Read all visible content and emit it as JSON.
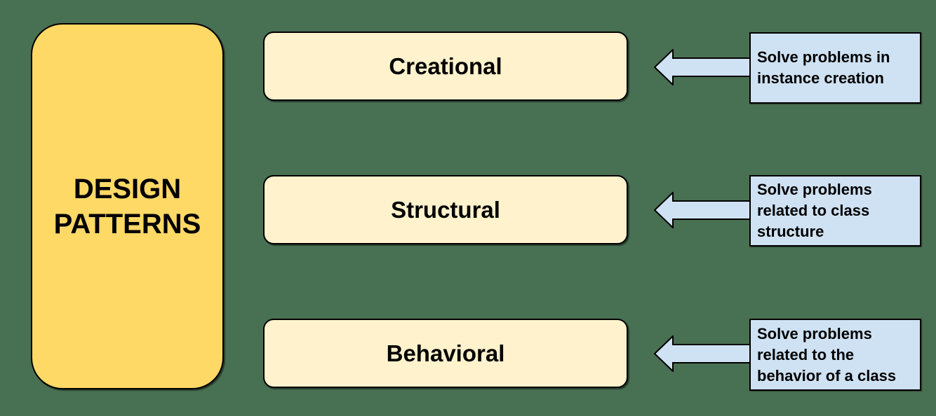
{
  "diagram": {
    "title": "DESIGN PATTERNS",
    "categories": [
      {
        "label": "Creational",
        "note": "Solve problems in instance creation"
      },
      {
        "label": "Structural",
        "note": "Solve problems related to class structure"
      },
      {
        "label": "Behavioral",
        "note": "Solve problems related to the behavior of a class"
      }
    ],
    "icons": [
      {
        "name": "left-arrow-icon",
        "meaning": "annotation points to category box"
      }
    ],
    "colors": {
      "background": "#487052",
      "title_box_fill": "#FFD966",
      "category_box_fill": "#FFF2CC",
      "note_box_fill": "#CFE2F3",
      "arrow_fill": "#CFE2F3",
      "border": "#000000",
      "text": "#000000"
    }
  }
}
